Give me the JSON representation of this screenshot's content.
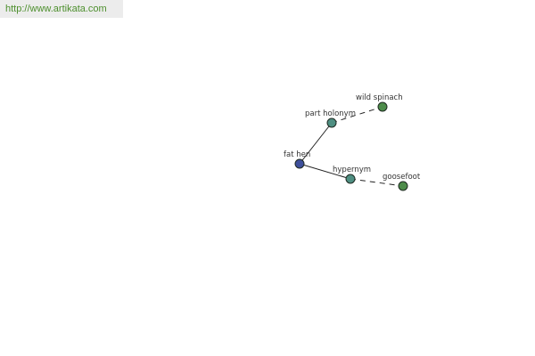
{
  "source": {
    "link_text": "http://www.artikata.com"
  },
  "colors": {
    "root_node": "#3e4f9b",
    "relation_node": "#4f8f82",
    "leaf_node": "#4d8c4a"
  },
  "graph": {
    "nodes": [
      {
        "id": "fat-hen",
        "label": "fat hen",
        "kind": "root"
      },
      {
        "id": "part-holonym",
        "label": "part holonym",
        "kind": "relation"
      },
      {
        "id": "hypernym",
        "label": "hypernym",
        "kind": "relation"
      },
      {
        "id": "wild-spinach",
        "label": "wild spinach",
        "kind": "leaf"
      },
      {
        "id": "goosefoot",
        "label": "goosefoot",
        "kind": "leaf"
      }
    ],
    "edges": [
      {
        "from": "fat-hen",
        "to": "part-holonym",
        "style": "solid"
      },
      {
        "from": "fat-hen",
        "to": "hypernym",
        "style": "solid"
      },
      {
        "from": "part-holonym",
        "to": "wild-spinach",
        "style": "dashed"
      },
      {
        "from": "hypernym",
        "to": "goosefoot",
        "style": "dashed"
      }
    ]
  }
}
